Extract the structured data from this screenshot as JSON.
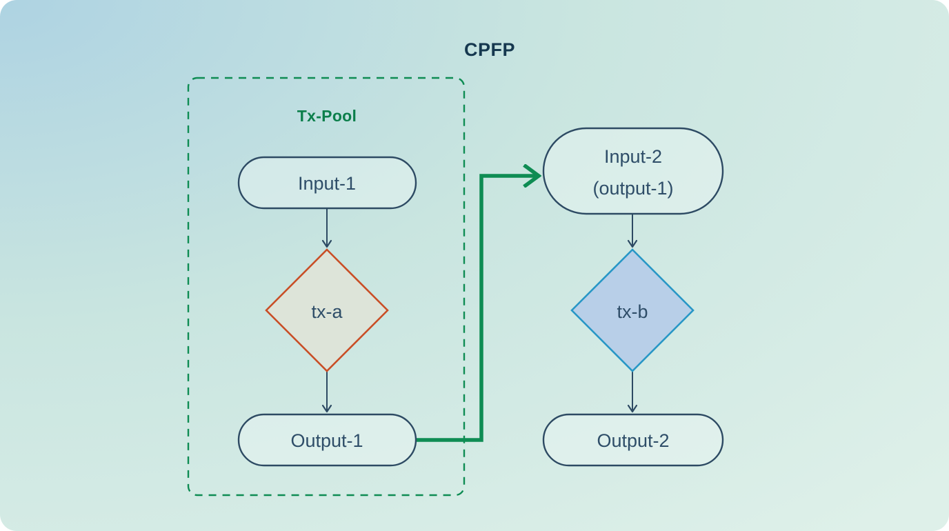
{
  "title": "CPFP",
  "group": {
    "label": "Tx-Pool",
    "contains": [
      "Input-1",
      "tx-a",
      "Output-1"
    ]
  },
  "nodes": {
    "input1": {
      "label": "Input-1",
      "shape": "stadium"
    },
    "txa": {
      "label": "tx-a",
      "shape": "diamond",
      "fill": "#dde4d9",
      "stroke": "#c94e26"
    },
    "output1": {
      "label": "Output-1",
      "shape": "stadium"
    },
    "input2": {
      "label": "Input-2",
      "sublabel": "(output-1)",
      "shape": "stadium"
    },
    "txb": {
      "label": "tx-b",
      "shape": "diamond",
      "fill": "#b8cfe8",
      "stroke": "#2897c6"
    },
    "output2": {
      "label": "Output-2",
      "shape": "stadium"
    }
  },
  "edges": [
    {
      "from": "Input-1",
      "to": "tx-a",
      "style": "navy-arrow"
    },
    {
      "from": "tx-a",
      "to": "Output-1",
      "style": "navy-arrow"
    },
    {
      "from": "Output-1",
      "to": "Input-2 (output-1)",
      "style": "green-elbow-arrow"
    },
    {
      "from": "Input-2 (output-1)",
      "to": "tx-b",
      "style": "navy-arrow"
    },
    {
      "from": "tx-b",
      "to": "Output-2",
      "style": "navy-arrow"
    }
  ],
  "colors": {
    "background_top_left": "#aed3e2",
    "background_mid": "#c9e5e0",
    "background_bottom_right": "#def0e9",
    "node_stroke": "#2d4a63",
    "node_text": "#2e4d68",
    "title_text": "#16384f",
    "green_accent": "#0e8c53",
    "group_label_green": "#0c7f4b",
    "tx_a_stroke": "#c94e26",
    "tx_a_fill": "#dde4d9",
    "tx_b_stroke": "#2897c6",
    "tx_b_fill": "#b8cfe8"
  }
}
